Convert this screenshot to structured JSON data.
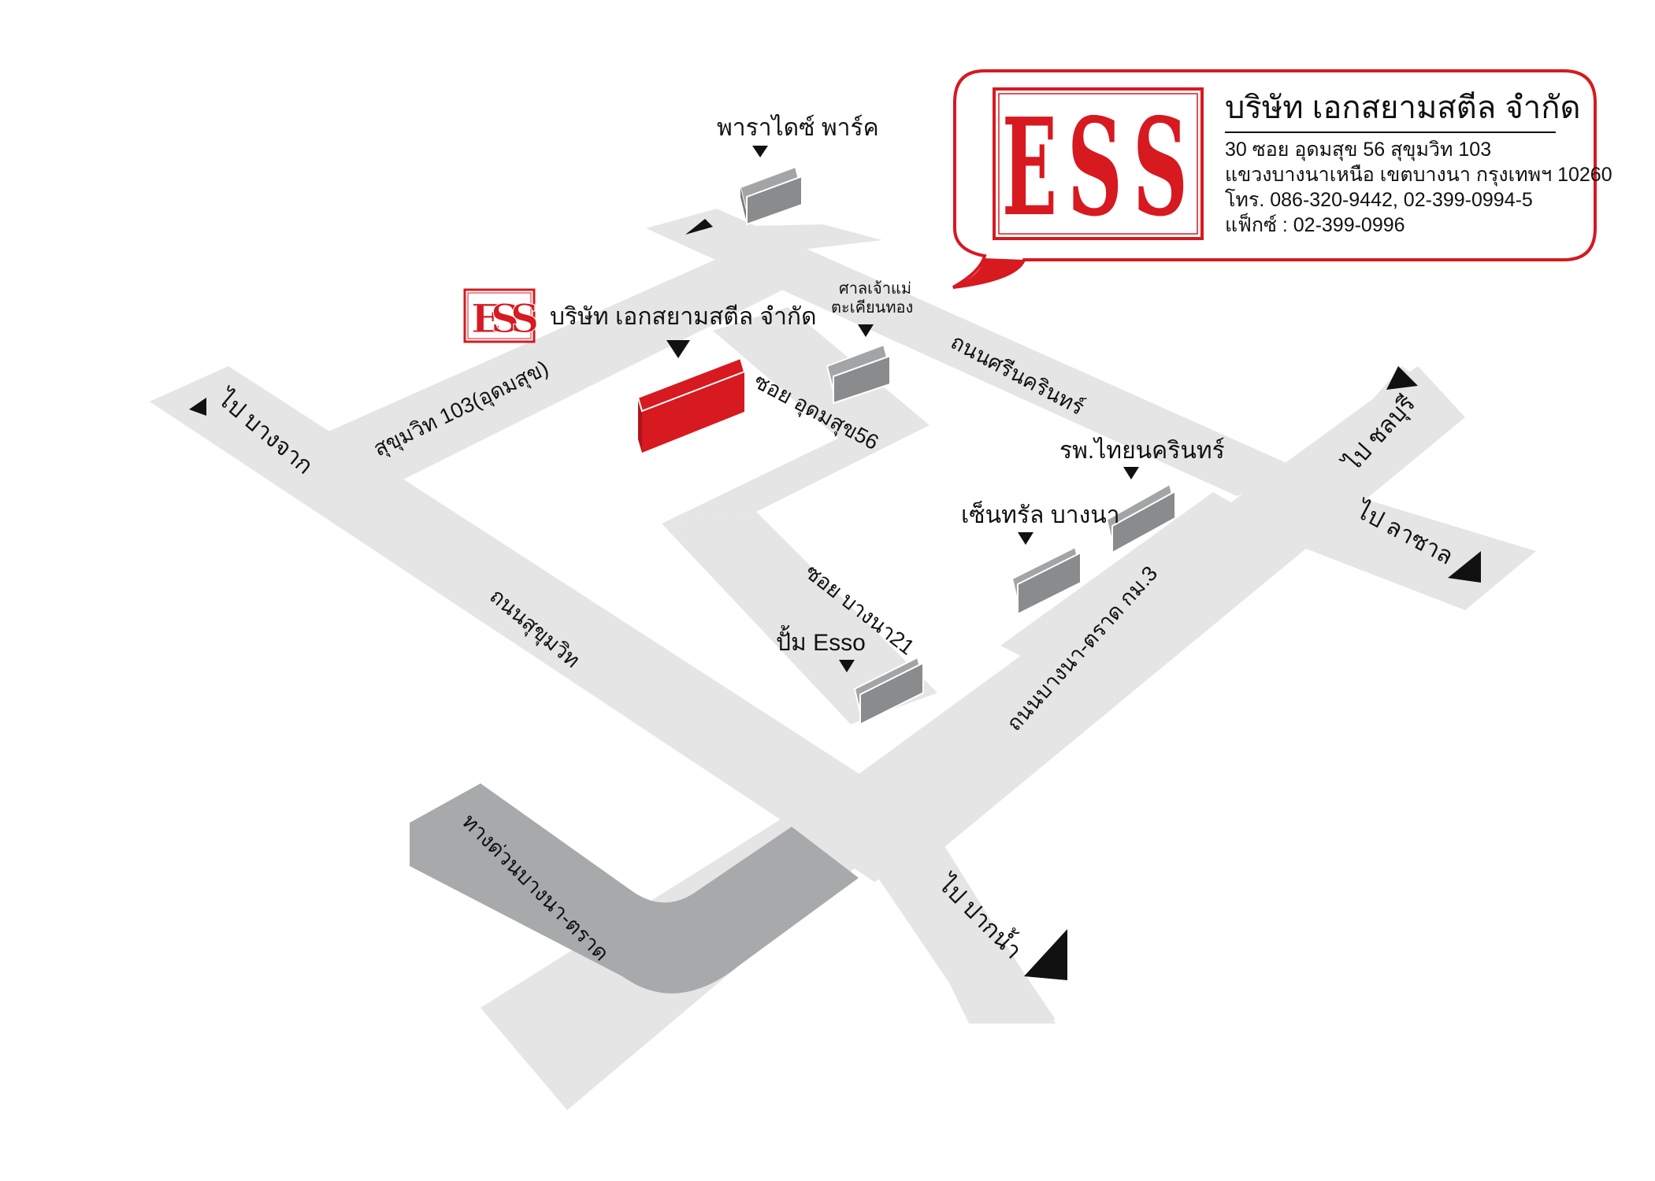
{
  "company": {
    "logo_text": "ESS",
    "name": "บริษัท เอกสยามสตีล จำกัด",
    "address_line1": "30 ซอย อุดมสุข 56 สุขุมวิท 103",
    "address_line2": "แขวงบางนาเหนือ เขตบางนา กรุงเทพฯ 10260",
    "phone": "โทร. 086-320-9442, 02-399-0994-5",
    "fax": "แฟ็กซ์ : 02-399-0996"
  },
  "places": {
    "paradise_park": "พาราไดซ์ พาร์ค",
    "shrine": [
      "ศาลเจ้าแม่",
      "ตะเคียนทอง"
    ],
    "hospital": "รพ.ไทยนครินทร์",
    "central": "เซ็นทรัล บางนา",
    "esso": "ปั้ม Esso",
    "company_marker": "บริษัท เอกสยามสตีล จำกัด"
  },
  "roads": {
    "sukhumvit103": "สุขุมวิท 103(อุดมสุข)",
    "soi_udomsuk56": "ซอย อุดมสุข56",
    "srinakarin": "ถนนศรีนครินทร์",
    "sukhumvit": "ถนนสุขุมวิท",
    "soi_bangna21": "ซอย บางนา21",
    "bangna_trad": "ถนนบางนา-ตราด กม.3",
    "expressway": "ทางด่วนบางนา-ตราด"
  },
  "directions": {
    "bangchak": "ไป บางจาก",
    "chonburi": "ไป ชลบุรี",
    "lasalle": "ไป ลาซาล",
    "paknam": "ไป ปากน้ำ"
  },
  "colors": {
    "road": "#e5e5e6",
    "expressway": "#a7a9ab",
    "building": "#8a8b8d",
    "building_edge": "#ffffff",
    "brand_red": "#d71920",
    "text": "#111111"
  },
  "icons": {
    "marker": "down-triangle-icon",
    "direction": "direction-arrow-icon"
  }
}
